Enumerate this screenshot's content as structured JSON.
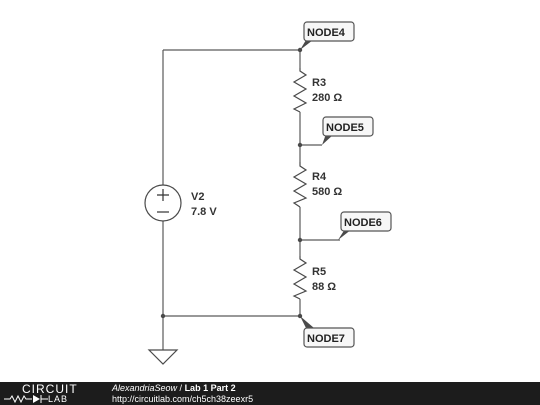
{
  "components": {
    "v2": {
      "name": "V2",
      "value": "7.8 V"
    },
    "r3": {
      "name": "R3",
      "value": "280 Ω"
    },
    "r4": {
      "name": "R4",
      "value": "580 Ω"
    },
    "r5": {
      "name": "R5",
      "value": "88 Ω"
    }
  },
  "nodes": {
    "node4": "NODE4",
    "node5": "NODE5",
    "node6": "NODE6",
    "node7": "NODE7"
  },
  "footer": {
    "logo_top": "CIRCUIT",
    "logo_bottom": "LAB",
    "author": "AlexandriaSeow",
    "separator": " / ",
    "title": "Lab 1 Part 2",
    "url": "http://circuitlab.com/ch5ch38zeexr5"
  },
  "colors": {
    "wire": "#5a5a5a",
    "footer_bg": "#1c1c1c",
    "node_box": "#f7f7f7"
  }
}
